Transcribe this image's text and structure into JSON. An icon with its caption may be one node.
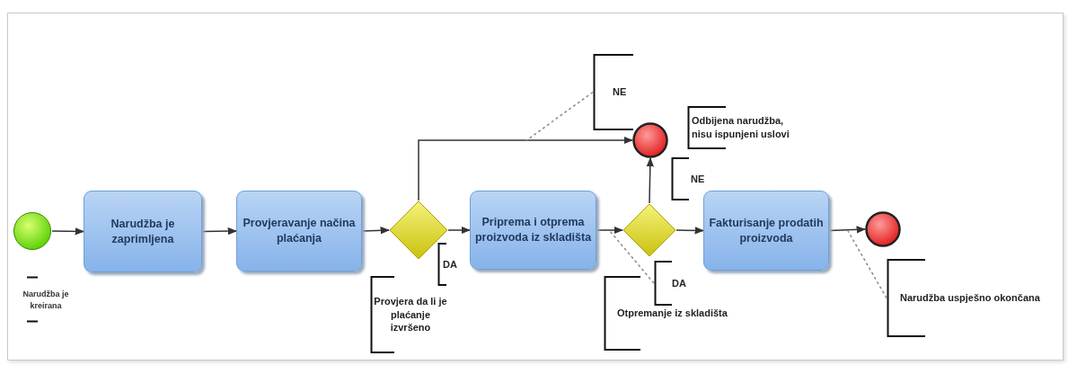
{
  "diagram": {
    "nodes": [
      {
        "text": [],
        "shape": "circle"
      },
      {
        "text": [
          "Narudžba je zaprimljena"
        ]
      },
      {
        "text": [
          "Provjeravanje načina plaćanja"
        ]
      },
      {
        "text": [],
        "shape": "diamond"
      },
      {
        "text": [
          "Priprema i otprema proizvoda iz skladišta"
        ]
      },
      {
        "text": [],
        "shape": "diamond"
      },
      {
        "text": [],
        "shape": "circle"
      },
      {
        "text": [
          "Fakturisanje prodatih proizvoda"
        ]
      },
      {
        "text": [],
        "shape": "circle"
      },
      {
        "text": [
          "NE"
        ]
      },
      {
        "text": [
          "Odbijena narudžba, nisu ispunjeni uslovi"
        ]
      },
      {
        "text": [
          "DA"
        ]
      },
      {
        "text": [
          "Provjera da li je plaćanje izvršeno"
        ]
      },
      {
        "text": [
          "NE"
        ]
      },
      {
        "text": [
          "DA"
        ]
      },
      {
        "text": [
          "Otpremanje iz skladišta"
        ]
      },
      {
        "text": [
          "Narudžba uspješno okončana"
        ]
      }
    ],
    "edges": [
      {
        "from": 0,
        "to": 1,
        "arrow": "to"
      },
      {
        "from": 1,
        "to": 2,
        "arrow": "to"
      },
      {
        "from": 2,
        "to": 3,
        "arrow": "to"
      },
      {
        "from": 3,
        "to": 4,
        "arrow": "to"
      },
      {
        "from": 3,
        "to": 6,
        "arrow": "to"
      },
      {
        "from": 4,
        "to": 5,
        "arrow": "to"
      },
      {
        "from": 5,
        "to": 6,
        "arrow": "to"
      },
      {
        "from": 5,
        "to": 7,
        "arrow": "to"
      },
      {
        "from": 7,
        "to": 8,
        "arrow": "to"
      },
      {
        "from": 9,
        "to": null,
        "arrow": "none",
        "style": "dashed",
        "color": "#8a8a8a"
      },
      {
        "from": 14,
        "to": null,
        "arrow": "none",
        "style": "dashed",
        "color": "#8a8a8a"
      },
      {
        "from": 16,
        "to": null,
        "arrow": "none",
        "style": "dashed",
        "color": "#8a8a8a"
      }
    ],
    "labels": [
      "Narudžba je kreirana"
    ]
  }
}
